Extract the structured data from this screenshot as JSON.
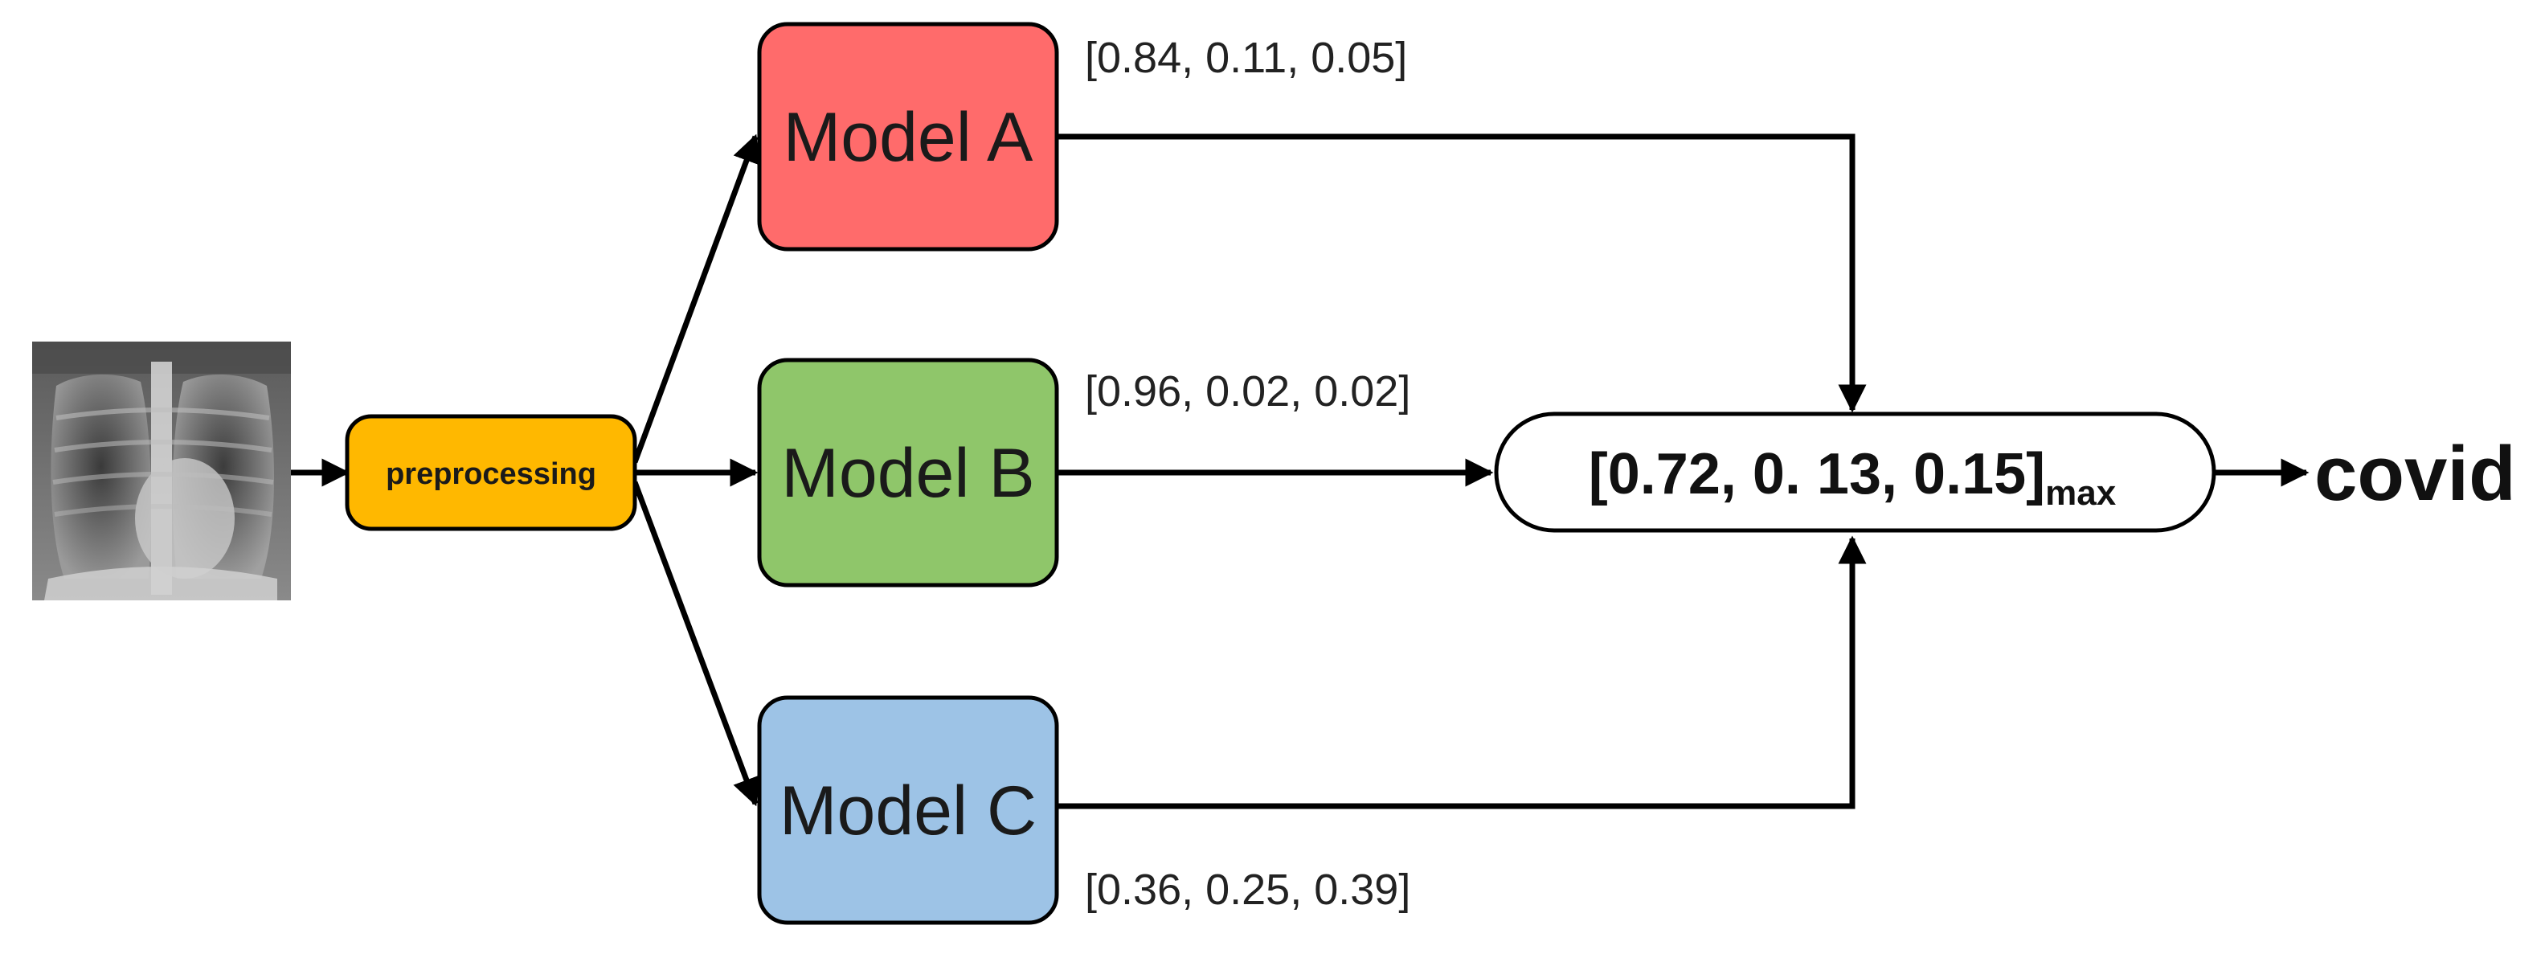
{
  "input_image": {
    "icon": "chest-xray-icon"
  },
  "preprocessing": {
    "label": "preprocessing",
    "color": "#FFB800"
  },
  "models": [
    {
      "label": "Model A",
      "color": "#FF6B6B",
      "probs": "[0.84, 0.11, 0.05]"
    },
    {
      "label": "Model B",
      "color": "#8FC66A",
      "probs": "[0.96, 0.02, 0.02]"
    },
    {
      "label": "Model C",
      "color": "#9DC3E6",
      "probs": "[0.36, 0.25, 0.39]"
    }
  ],
  "ensemble": {
    "label": "[0.72, 0. 13, 0.15]",
    "subscript": "max"
  },
  "result": {
    "label": "covid"
  }
}
